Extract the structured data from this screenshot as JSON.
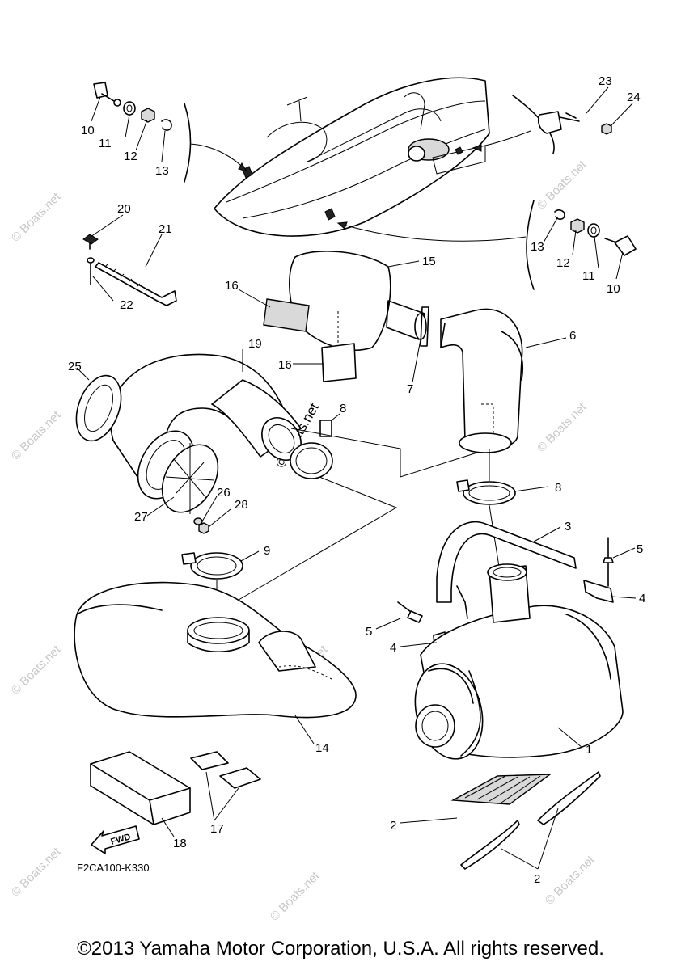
{
  "diagram": {
    "drawing_code": "F2CA100-K330",
    "arrow_label": "FWD",
    "watermark": "© Boats.net",
    "part_numbers": {
      "p1": "1",
      "p2a": "2",
      "p2b": "2",
      "p3": "3",
      "p4a": "4",
      "p4b": "4",
      "p5a": "5",
      "p5b": "5",
      "p6": "6",
      "p7": "7",
      "p8a": "8",
      "p8b": "8",
      "p9": "9",
      "p10a": "10",
      "p10b": "10",
      "p11a": "11",
      "p11b": "11",
      "p12a": "12",
      "p12b": "12",
      "p13a": "13",
      "p13b": "13",
      "p14": "14",
      "p15": "15",
      "p16a": "16",
      "p16b": "16",
      "p17": "17",
      "p18": "18",
      "p19": "19",
      "p20": "20",
      "p21": "21",
      "p22": "22",
      "p23": "23",
      "p24": "24",
      "p25": "25",
      "p26": "26",
      "p27": "27",
      "p28": "28"
    }
  },
  "footer": {
    "copyright": "©2013 Yamaha Motor Corporation, U.S.A. All rights reserved."
  }
}
